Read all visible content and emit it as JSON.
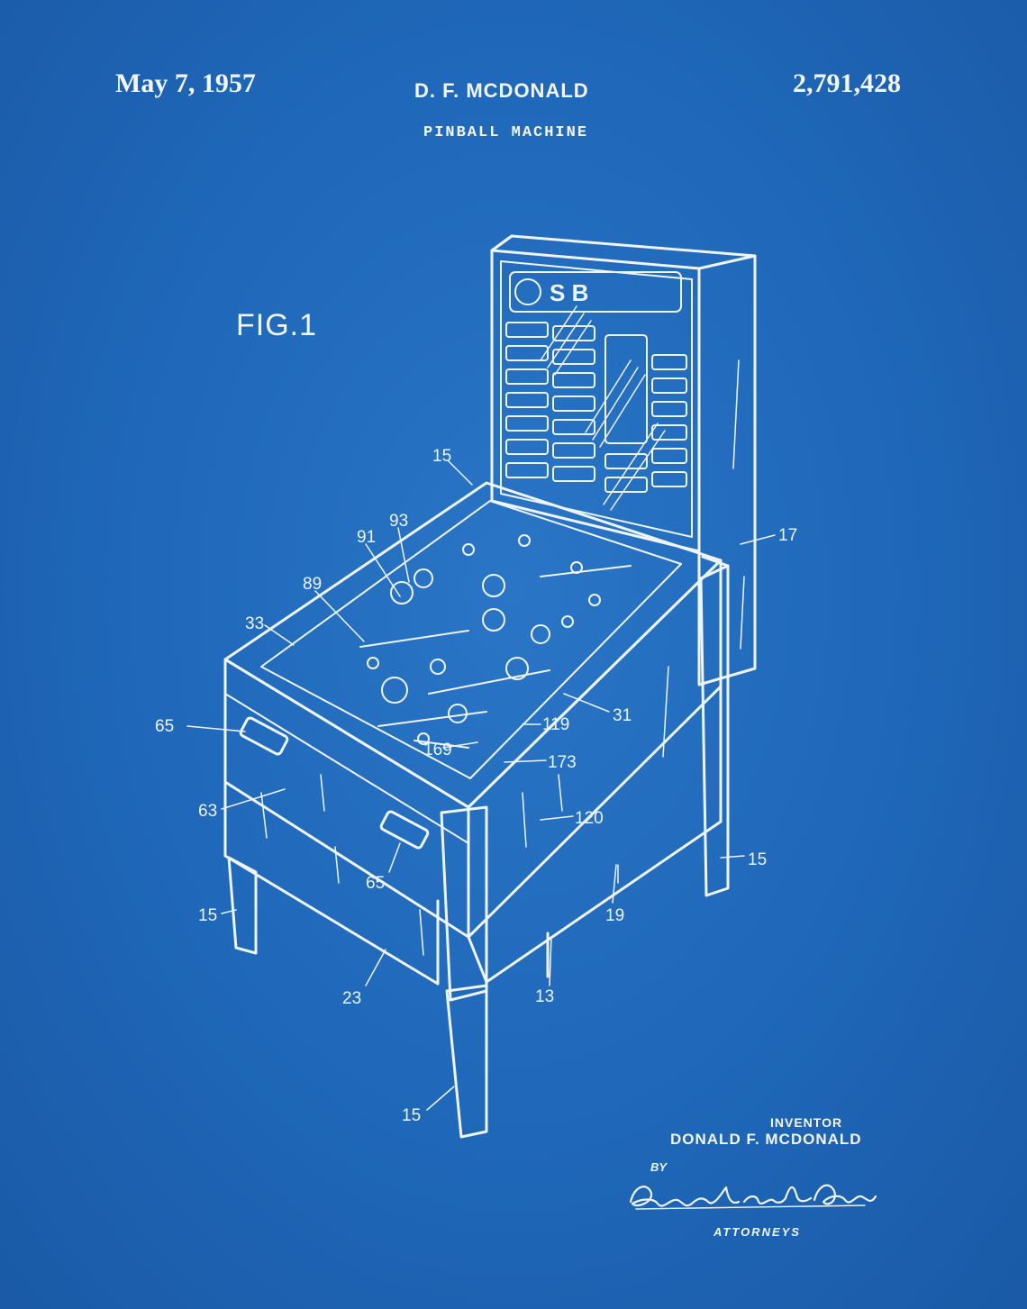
{
  "header": {
    "date": "May 7, 1957",
    "inventor": "D. F. MCDONALD",
    "patent_number": "2,791,428",
    "subtitle": "PINBALL MACHINE"
  },
  "figure": {
    "label": "FIG.1",
    "reference_numerals": [
      "15",
      "93",
      "91",
      "89",
      "33",
      "65",
      "63",
      "65",
      "15",
      "23",
      "13",
      "19",
      "15",
      "120",
      "173",
      "119",
      "31",
      "17",
      "15",
      "169"
    ]
  },
  "signature_block": {
    "inventor_tag": "INVENTOR",
    "inventor_name": "DONALD F. MCDONALD",
    "by_tag": "BY",
    "signature": "Buckhorn and Cheatham",
    "attorneys_tag": "ATTORNEYS"
  },
  "colors": {
    "background": "#1f67b8",
    "ink": "#f2f6fb"
  }
}
